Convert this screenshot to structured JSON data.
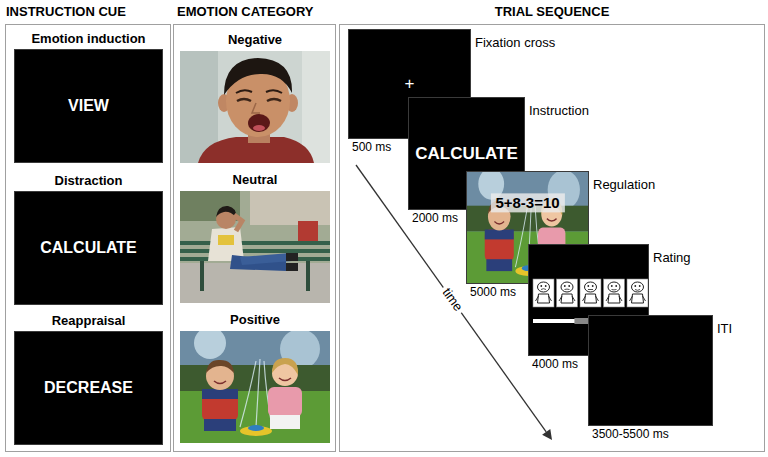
{
  "diagram": {
    "nodes": [
      {
        "text": [
          "INSTRUCTION CUE"
        ]
      },
      {
        "text": [
          "Emotion induction",
          "VIEW"
        ],
        "in": 0
      },
      {
        "text": [
          "Distraction",
          "CALCULATE"
        ],
        "in": 0
      },
      {
        "text": [
          "Reappraisal",
          "DECREASE"
        ],
        "in": 0
      },
      {
        "text": [
          "EMOTION CATEGORY"
        ]
      },
      {
        "text": [
          "Negative"
        ],
        "in": 4
      },
      {
        "text": [
          "Neutral"
        ],
        "in": 4
      },
      {
        "text": [
          "Positive"
        ],
        "in": 4
      },
      {
        "text": [
          "TRIAL SEQUENCE"
        ]
      },
      {
        "text": [
          "Fixation cross",
          "+",
          "500 ms"
        ],
        "in": 8
      },
      {
        "text": [
          "Instruction",
          "CALCULATE",
          "2000 ms"
        ],
        "in": 8
      },
      {
        "text": [
          "Regulation",
          "5+8-3=10",
          "5000 ms"
        ],
        "in": 8
      },
      {
        "text": [
          "Rating",
          "4000 ms"
        ],
        "in": 8
      },
      {
        "text": [
          "ITI",
          "3500-5500 ms"
        ],
        "in": 8
      }
    ],
    "labels": [
      "time"
    ]
  }
}
